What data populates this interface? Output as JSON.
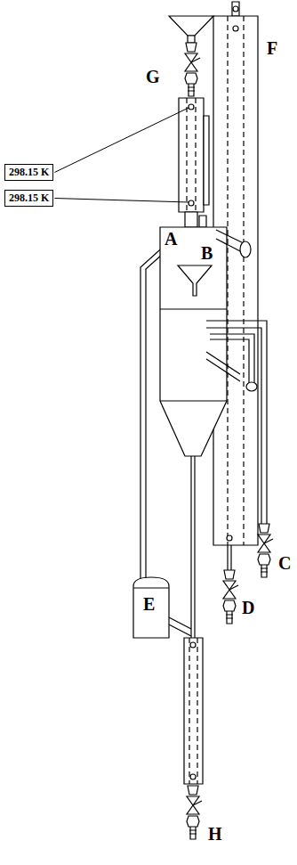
{
  "diagram": {
    "nodes": [
      {
        "text": [
          "298.15 K"
        ]
      },
      {
        "text": [
          "298.15 K"
        ]
      }
    ],
    "labels": [
      "F",
      "G",
      "A",
      "B",
      "C",
      "D",
      "E",
      "H"
    ]
  }
}
